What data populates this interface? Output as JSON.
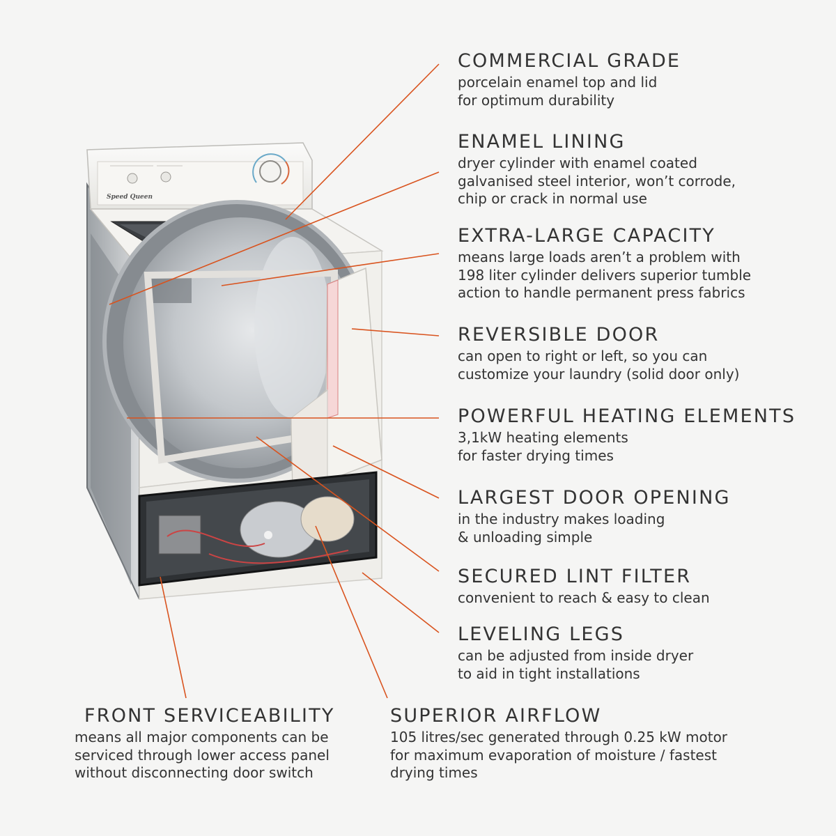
{
  "brand": {
    "logo_text": "Speed Queen"
  },
  "colors": {
    "background": "#f5f5f4",
    "leader_line": "#d9531e",
    "text": "#333333",
    "dryer_body": "#f2f1ee",
    "drum_steel": "#b9bdc2"
  },
  "features": {
    "commercial_grade": {
      "title": "COMMERCIAL GRADE",
      "description": "porcelain enamel top and lid\nfor optimum durability"
    },
    "enamel_lining": {
      "title": "ENAMEL LINING",
      "description": "dryer cylinder with enamel coated\ngalvanised steel interior, won’t corrode,\nchip or crack in normal use"
    },
    "extra_large_capacity": {
      "title": "EXTRA-LARGE CAPACITY",
      "description": "means large loads aren’t a problem with\n198 liter cylinder delivers superior tumble\naction to handle permanent press fabrics"
    },
    "reversible_door": {
      "title": "REVERSIBLE DOOR",
      "description": "can open to right or left, so you can\ncustomize your laundry (solid door only)"
    },
    "powerful_heating_elements": {
      "title": "POWERFUL HEATING ELEMENTS",
      "description": "3,1kW heating elements\nfor faster drying times"
    },
    "largest_door_opening": {
      "title": "LARGEST DOOR OPENING",
      "description": "in the industry makes loading\n& unloading simple"
    },
    "secured_lint_filter": {
      "title": "SECURED LINT FILTER",
      "description": "convenient to reach & easy to clean"
    },
    "leveling_legs": {
      "title": "LEVELING LEGS",
      "description": "can be adjusted from inside dryer\nto aid in tight installations"
    },
    "front_serviceability": {
      "title": "FRONT SERVICEABILITY",
      "description": "means all major components can be\nserviced through lower access panel\nwithout disconnecting door switch"
    },
    "superior_airflow": {
      "title": "SUPERIOR AIRFLOW",
      "description": "105 litres/sec generated through 0.25 kW motor\nfor maximum evaporation of moisture / fastest\ndrying times"
    }
  }
}
